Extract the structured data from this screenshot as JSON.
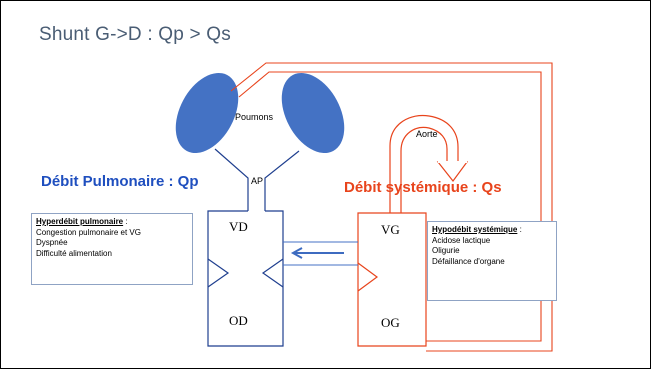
{
  "title": "Shunt G->D : Qp > Qs",
  "labels": {
    "lungs": "Poumons",
    "aorta": "Aorte",
    "pulmonary_artery": "AP",
    "rv": "VD",
    "ra": "OD",
    "lv": "VG",
    "la": "OG",
    "pulmonary_flow": "Débit Pulmonaire : Qp",
    "systemic_flow": "Débit systémique : Qs"
  },
  "left_box": {
    "heading": "Hyperdébit pulmonaire",
    "suffix": " :",
    "items": [
      "Congestion pulmonaire et VG",
      "Dyspnée",
      "Difficulté alimentation"
    ]
  },
  "right_box": {
    "heading": "Hypodébit systémique",
    "suffix": " :",
    "items": [
      "Acidose lactique",
      "Oligurie",
      "Défaillance d'organe"
    ]
  },
  "colors": {
    "title": "#4a5d74",
    "lung": "#4472c4",
    "right_heart": "#1f3f8f",
    "left_heart": "#e8441c",
    "pulmonary_text": "#1f4fbf",
    "systemic_text": "#e8441c",
    "arrow": "#4472c4",
    "box_border": "#8fa3c4"
  }
}
